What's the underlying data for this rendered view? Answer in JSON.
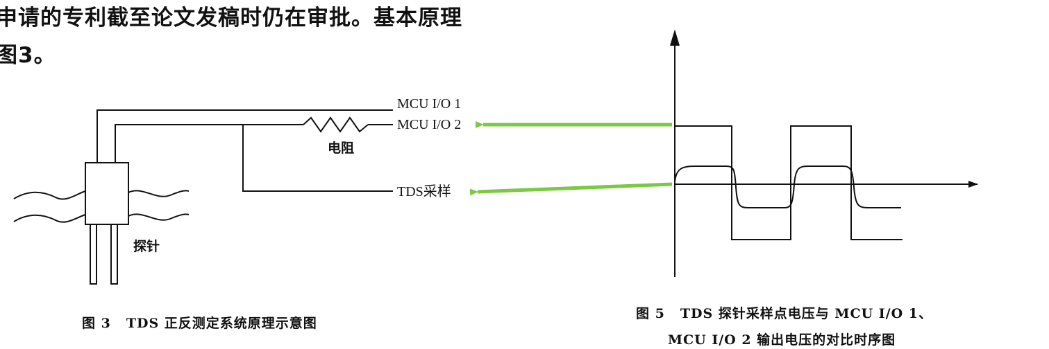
{
  "paragraph": {
    "line1": "申请的专利截至论文发稿时仍在审批。基本原理",
    "line2": "图3。"
  },
  "figure3": {
    "caption_number": "图 3",
    "caption_text": "TDS 正反测定系统原理示意图",
    "label_mcu_io1": "MCU I/O 1",
    "label_mcu_io2": "MCU I/O 2",
    "label_resistor": "电阻",
    "label_tds_sample": "TDS采样",
    "label_probe": "探针"
  },
  "figure5": {
    "caption_number": "图 5",
    "caption_line1": "TDS 探针采样点电压与 MCU I/O 1、",
    "caption_line2": "MCU I/O 2 输出电压的对比时序图"
  },
  "colors": {
    "arrow": "#7ac943",
    "line": "#111111"
  },
  "icons": {
    "arrow_to_mcu_io2": "left-arrow-icon",
    "arrow_to_tds_sample": "left-arrow-icon"
  }
}
